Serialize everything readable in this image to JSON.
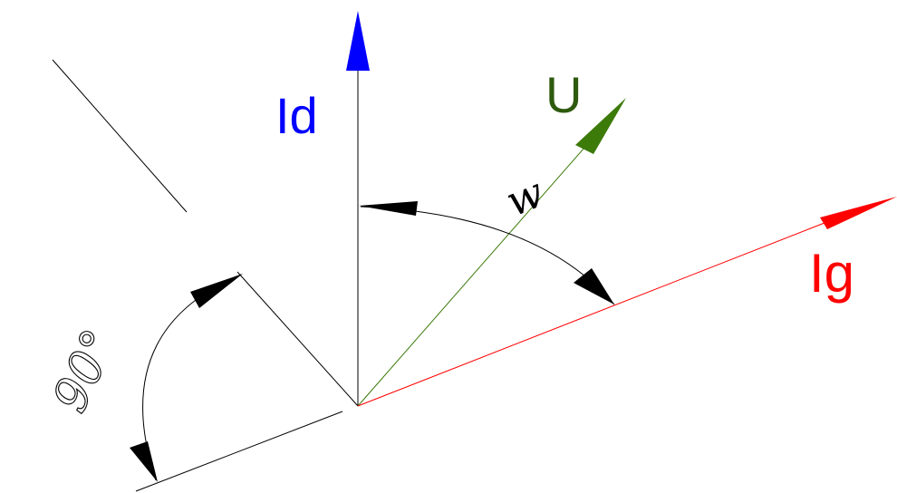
{
  "labels": {
    "id": "Id",
    "u": "U",
    "ig": "Ig",
    "phi": "w",
    "right_angle": "90°"
  },
  "colors": {
    "id": "#0000ff",
    "u": "#2e5a0e",
    "u_arrow": "#3c7a0a",
    "ig": "#ff0000",
    "line": "#000000",
    "background": "#ffffff"
  }
}
